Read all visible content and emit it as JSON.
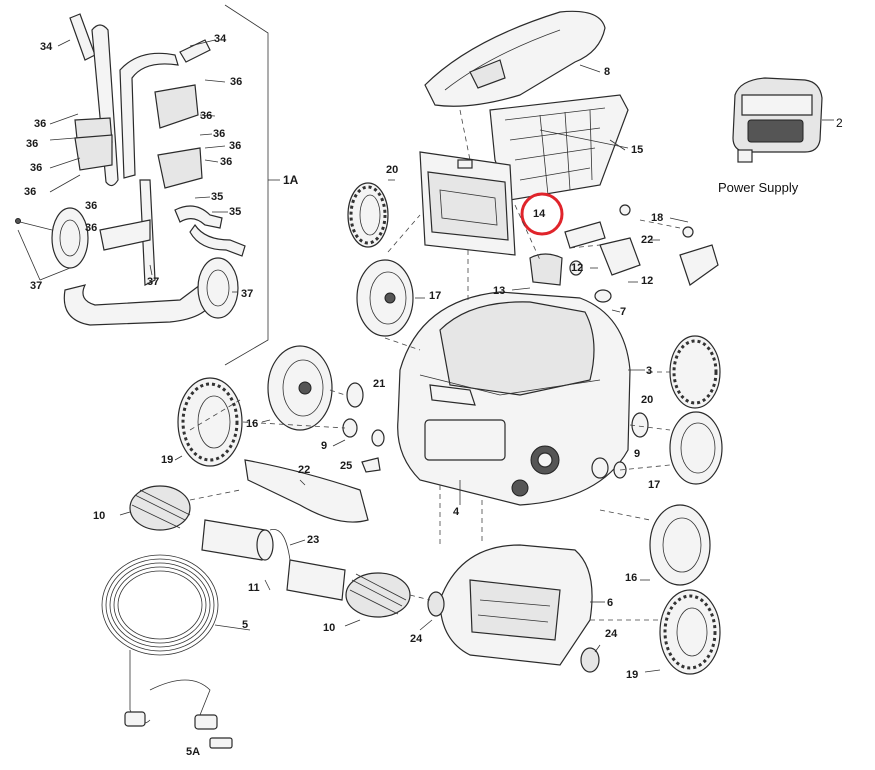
{
  "callouts": [
    {
      "id": "c34a",
      "text": "34"
    },
    {
      "id": "c34b",
      "text": "34"
    },
    {
      "id": "c36a",
      "text": "36"
    },
    {
      "id": "c36b",
      "text": "36"
    },
    {
      "id": "c36c",
      "text": "36"
    },
    {
      "id": "c36d",
      "text": "36"
    },
    {
      "id": "c36e",
      "text": "36"
    },
    {
      "id": "c36f",
      "text": "36"
    },
    {
      "id": "c36g",
      "text": "36"
    },
    {
      "id": "c36h",
      "text": "36"
    },
    {
      "id": "c36i",
      "text": "36"
    },
    {
      "id": "c36j",
      "text": "36"
    },
    {
      "id": "c36k",
      "text": "36"
    },
    {
      "id": "c1a",
      "text": "1A"
    },
    {
      "id": "c35a",
      "text": "35"
    },
    {
      "id": "c35b",
      "text": "35"
    },
    {
      "id": "c37a",
      "text": "37"
    },
    {
      "id": "c37b",
      "text": "37"
    },
    {
      "id": "c37c",
      "text": "37"
    },
    {
      "id": "c8",
      "text": "8"
    },
    {
      "id": "c15",
      "text": "15"
    },
    {
      "id": "c20a",
      "text": "20"
    },
    {
      "id": "c14",
      "text": "14"
    },
    {
      "id": "c18",
      "text": "18"
    },
    {
      "id": "c22a",
      "text": "22"
    },
    {
      "id": "c12a",
      "text": "12"
    },
    {
      "id": "c12b",
      "text": "12"
    },
    {
      "id": "c13",
      "text": "13"
    },
    {
      "id": "c7",
      "text": "7"
    },
    {
      "id": "c17a",
      "text": "17"
    },
    {
      "id": "c3",
      "text": "3"
    },
    {
      "id": "c21",
      "text": "21"
    },
    {
      "id": "c20b",
      "text": "20"
    },
    {
      "id": "c16a",
      "text": "16"
    },
    {
      "id": "c9a",
      "text": "9"
    },
    {
      "id": "c19a",
      "text": "19"
    },
    {
      "id": "c25",
      "text": "25"
    },
    {
      "id": "c22b",
      "text": "22"
    },
    {
      "id": "c9b",
      "text": "9"
    },
    {
      "id": "c17b",
      "text": "17"
    },
    {
      "id": "c10a",
      "text": "10"
    },
    {
      "id": "c4",
      "text": "4"
    },
    {
      "id": "c23",
      "text": "23"
    },
    {
      "id": "c11",
      "text": "11"
    },
    {
      "id": "c5",
      "text": "5"
    },
    {
      "id": "c10b",
      "text": "10"
    },
    {
      "id": "c24a",
      "text": "24"
    },
    {
      "id": "c6",
      "text": "6"
    },
    {
      "id": "c16b",
      "text": "16"
    },
    {
      "id": "c24b",
      "text": "24"
    },
    {
      "id": "c19b",
      "text": "19"
    },
    {
      "id": "c5a",
      "text": "5A"
    }
  ],
  "power_supply": {
    "caption": "Power Supply",
    "number": "2"
  },
  "highlight": {
    "color": "#e0242b",
    "target": "14"
  },
  "colors": {
    "line": "#2b2b2b",
    "fill": "#f4f4f4"
  }
}
